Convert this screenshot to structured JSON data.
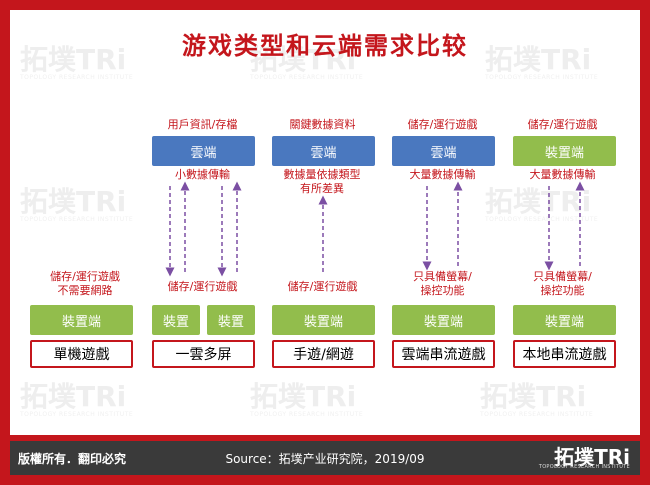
{
  "title": "游戏类型和云端需求比较",
  "watermark": {
    "mark": "拓墣TRi",
    "sub": "TOPOLOGY RESEARCH INSTITUTE"
  },
  "columns": [
    {
      "top_label": "用戶資訊/存檔",
      "top_box": "雲端",
      "mid_label": "小數據傳輸",
      "bottom_label_top": "",
      "bottom_label": "儲存/運行遊戲",
      "bottom_box": "",
      "bottom_boxes": [
        "裝置",
        "裝置"
      ],
      "result": "一雲多屏"
    },
    {
      "top_label": "關鍵數據資料",
      "top_box": "雲端",
      "mid_label": "數據量依據類型有所差異",
      "mid_label_lines": [
        "數據量依據類型",
        "有所差異"
      ],
      "bottom_label": "儲存/運行遊戲",
      "bottom_box": "裝置端",
      "result": "手遊/網遊"
    },
    {
      "top_label": "儲存/運行遊戲",
      "top_box": "雲端",
      "mid_label": "大量數據傳輸",
      "bottom_label_lines": [
        "只具備螢幕/",
        "操控功能"
      ],
      "bottom_box": "裝置端",
      "result": "雲端串流遊戲"
    },
    {
      "top_label": "儲存/運行遊戲",
      "top_box": "裝置端",
      "mid_label": "大量數據傳輸",
      "bottom_label_lines": [
        "只具備螢幕/",
        "操控功能"
      ],
      "bottom_box": "裝置端",
      "result": "本地串流遊戲"
    }
  ],
  "standalone": {
    "label_lines": [
      "儲存/運行遊戲",
      "不需要網路"
    ],
    "box": "裝置端",
    "result": "單機遊戲"
  },
  "footer": {
    "rights": "版權所有．翻印必究",
    "source": "Source：拓墣产业研究院，2019/09",
    "brand": "拓墣TRi",
    "brand_sub": "TOPOLOGY RESEARCH INSTITUTE"
  },
  "colors": {
    "accent_red": "#c4161c",
    "cloud_blue": "#4a78bf",
    "device_green": "#92bd4c",
    "arrow_purple": "#7b4fa3",
    "footer_bg": "#3a3a3a"
  }
}
